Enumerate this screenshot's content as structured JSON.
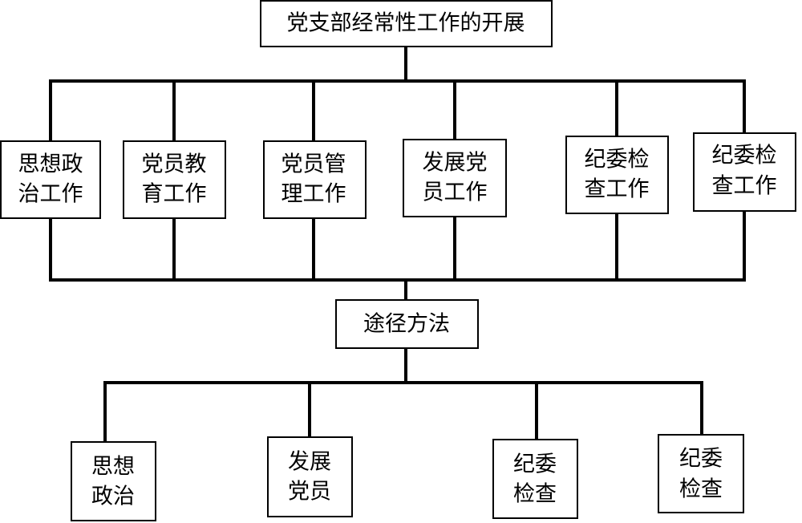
{
  "diagram": {
    "title": "党支部经常性工作的开展",
    "row1": [
      {
        "line1": "思想政",
        "line2": "治工作"
      },
      {
        "line1": "党员教",
        "line2": "育工作"
      },
      {
        "line1": "党员管",
        "line2": "理工作"
      },
      {
        "line1": "发展党",
        "line2": "员工作"
      },
      {
        "line1": "纪委检",
        "line2": "查工作"
      },
      {
        "line1": "纪委检",
        "line2": "查工作"
      }
    ],
    "middle": "途径方法",
    "row2": [
      {
        "line1": "思想",
        "line2": "政治"
      },
      {
        "line1": "发展",
        "line2": "党员"
      },
      {
        "line1": "纪委",
        "line2": "检查"
      },
      {
        "line1": "纪委",
        "line2": "检查"
      }
    ]
  }
}
